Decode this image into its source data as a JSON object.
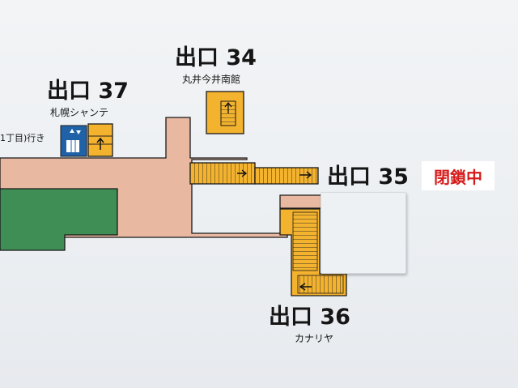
{
  "exits": {
    "e34": {
      "label": "出口 34",
      "sub": "丸井今井南館"
    },
    "e35": {
      "label": "出口 35",
      "status": "閉鎖中"
    },
    "e36": {
      "label": "出口 36",
      "sub": "カナリヤ"
    },
    "e37": {
      "label": "出口 37",
      "sub": "札幌シャンテ"
    }
  },
  "direction_text": "1丁目)行き",
  "icons": [
    "elevator-icon",
    "stairs-arrow-icon"
  ],
  "colors": {
    "concourse": "#e8b8a0",
    "stairs": "#f4b32e",
    "green_area": "#3f8e55",
    "elevator": "#1f62a8",
    "closed_text": "#d61b1b",
    "outline": "#1a1a1a"
  }
}
